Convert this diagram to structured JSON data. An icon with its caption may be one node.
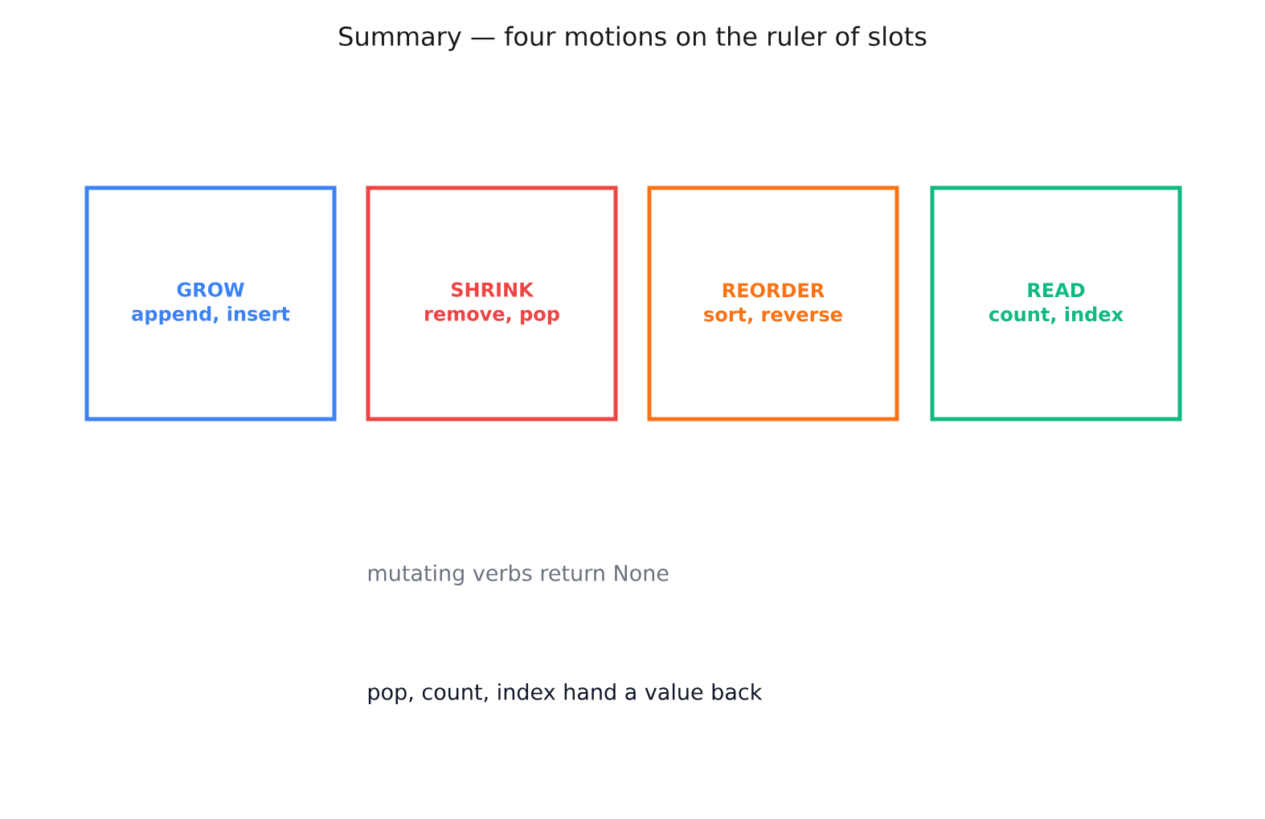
{
  "diagram": {
    "title": "Summary — four motions on the ruler of slots",
    "nodes": [
      {
        "text": [
          "GROW",
          "append, insert"
        ]
      },
      {
        "text": [
          "SHRINK",
          "remove, pop"
        ]
      },
      {
        "text": [
          "REORDER",
          "sort, reverse"
        ]
      },
      {
        "text": [
          "READ",
          "count, index"
        ]
      }
    ],
    "labels": [
      "mutating verbs return None",
      "pop, count, index hand a value back"
    ]
  }
}
